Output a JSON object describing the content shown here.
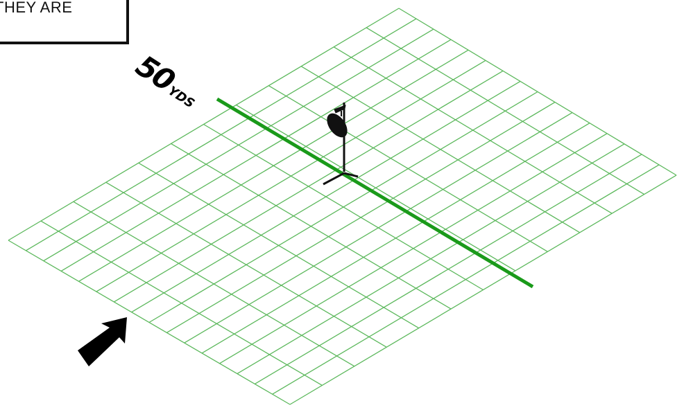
{
  "caption": {
    "text": "THEY ARE"
  },
  "distance_marker": {
    "value": "50",
    "unit": "YDS"
  },
  "grid": {
    "rows": 12,
    "cols": 16
  },
  "colors": {
    "grid": "#5cb85c",
    "range_line": "#1a9a1a",
    "target": "#111111",
    "arrow": "#000000"
  },
  "icons": {
    "direction": "arrow-icon",
    "target": "target-stand-icon"
  }
}
